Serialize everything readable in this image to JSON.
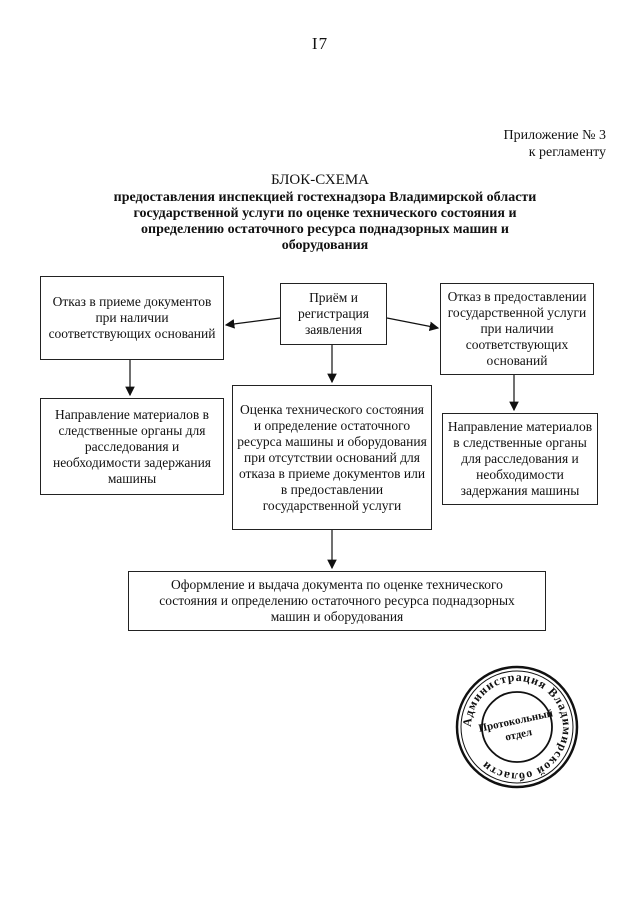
{
  "page_number": "I7",
  "appendix": {
    "line1": "Приложение № 3",
    "line2": "к регламенту"
  },
  "title": "БЛОК-СХЕМА",
  "subtitle": {
    "line1": "предоставления  инспекцией  гостехнадзора Владимирской области",
    "line2": "государственной услуги  по  оценке технического состояния и",
    "line3": "определению остаточного ресурса поднадзорных машин и",
    "line4": "оборудования"
  },
  "boxes": {
    "reception": "Приём и регистрация заявления",
    "refusal_docs": "Отказ в приеме документов при наличии соответствующих оснований",
    "refusal_service": "Отказ в предоставлении государственной услуги при наличии соответствующих оснований",
    "referral_left": "Направление материалов в следственные органы для расследования и необходимости задержания машины",
    "assessment": "Оценка технического состояния и определение остаточного ресурса машины и оборудования при отсутствии оснований для отказа в приеме документов или в предоставлении государственной услуги",
    "referral_right": "Направление материалов в следственные органы для расследования и необходимости задержания машины",
    "issuance": "Оформление и выдача документа по оценке технического состояния и определению остаточного ресурса поднадзорных машин и оборудования"
  },
  "stamp": {
    "ring_text": "Администрация Владимирской области",
    "center_line1": "Протокольный",
    "center_line2": "отдел"
  }
}
